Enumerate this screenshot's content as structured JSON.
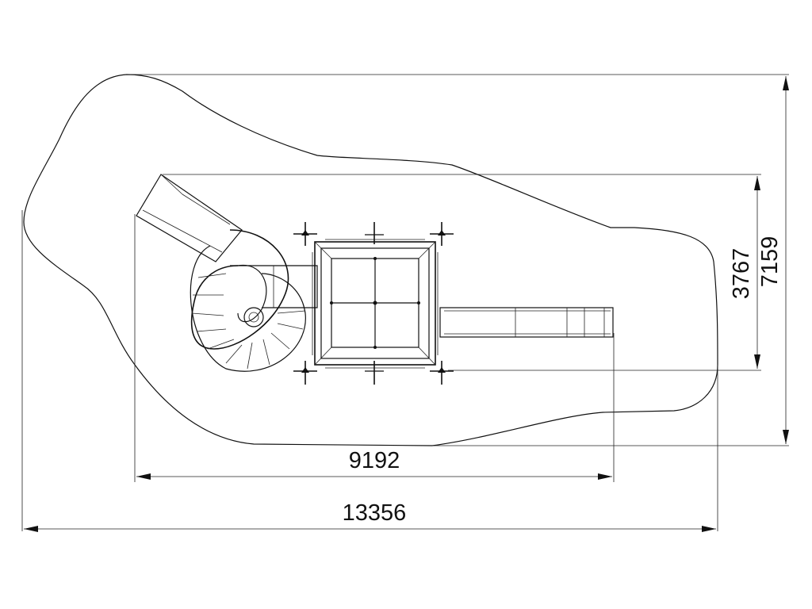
{
  "dimensions": {
    "overall_length": "13356",
    "structure_length": "9192",
    "overall_width": "7159",
    "structure_width": "3767"
  }
}
